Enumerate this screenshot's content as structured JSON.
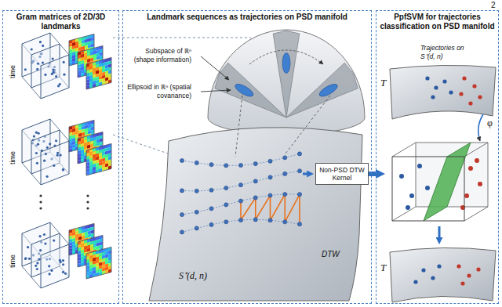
{
  "diagram": {
    "nodes": [
      {
        "text": [
          "Gram matrices of 2D/3D landmarks"
        ]
      },
      {
        "text": [
          "Landmark sequences as trajectories on PSD manifold"
        ]
      },
      {
        "text": [
          "Non-PSD DTW Kernel"
        ],
        "in": 1
      },
      {
        "text": [
          "PpfSVM for trajectories classification on PSD manifold"
        ]
      }
    ],
    "edges": [
      {
        "from": 2,
        "to": 3,
        "arrow": "to"
      }
    ],
    "labels": [
      "2",
      "time",
      "time",
      "time",
      "Subspace of ℝⁿ (shape information)",
      "Ellipsoid in ℝⁿ (spatial covariance)",
      "S⁺(d, n)",
      "DTW",
      "Trajectories on S⁺(d, n)",
      "T",
      "φ",
      "T"
    ]
  }
}
